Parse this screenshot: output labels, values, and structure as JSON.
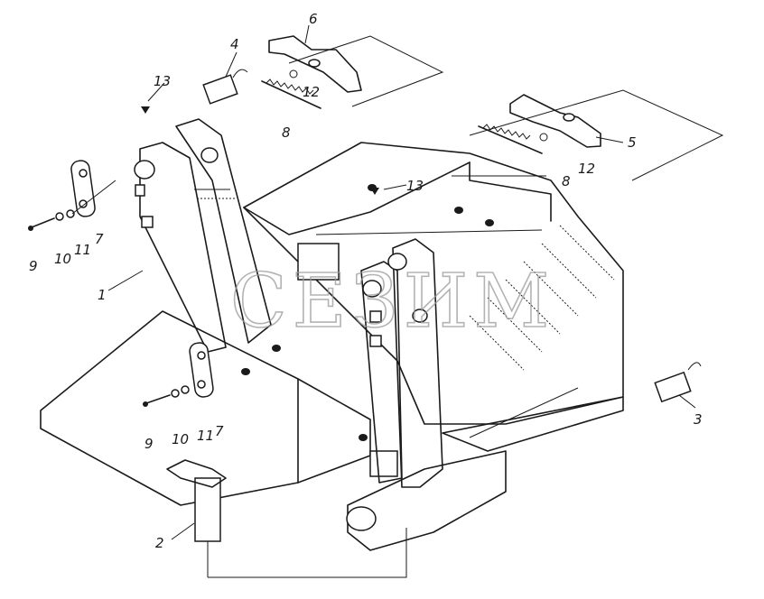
{
  "watermark": "СЕЗИМ",
  "callouts": [
    {
      "id": "c1",
      "text": "1"
    },
    {
      "id": "c2",
      "text": "2"
    },
    {
      "id": "c3",
      "text": "3"
    },
    {
      "id": "c4",
      "text": "4"
    },
    {
      "id": "c5",
      "text": "5"
    },
    {
      "id": "c6",
      "text": "6"
    },
    {
      "id": "c7a",
      "text": "7"
    },
    {
      "id": "c7b",
      "text": "7"
    },
    {
      "id": "c8a",
      "text": "8"
    },
    {
      "id": "c8b",
      "text": "8"
    },
    {
      "id": "c9a",
      "text": "9"
    },
    {
      "id": "c9b",
      "text": "9"
    },
    {
      "id": "c10a",
      "text": "10"
    },
    {
      "id": "c10b",
      "text": "10"
    },
    {
      "id": "c11a",
      "text": "11"
    },
    {
      "id": "c11b",
      "text": "11"
    },
    {
      "id": "c12a",
      "text": "12"
    },
    {
      "id": "c12b",
      "text": "12"
    },
    {
      "id": "c13a",
      "text": "13"
    },
    {
      "id": "c13b",
      "text": "13"
    }
  ]
}
